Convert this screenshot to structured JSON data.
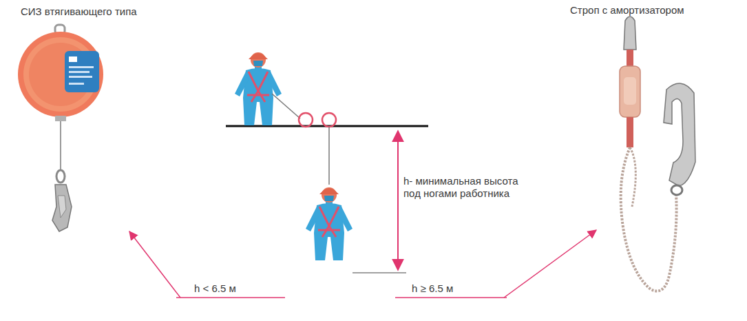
{
  "diagram": {
    "labels": [
      "СИЗ втягивающего типа",
      "Строп с амортизатором",
      "h- минимальная высота под ногами работника",
      "h < 6.5 м",
      "h ≥ 6.5 м"
    ]
  }
}
